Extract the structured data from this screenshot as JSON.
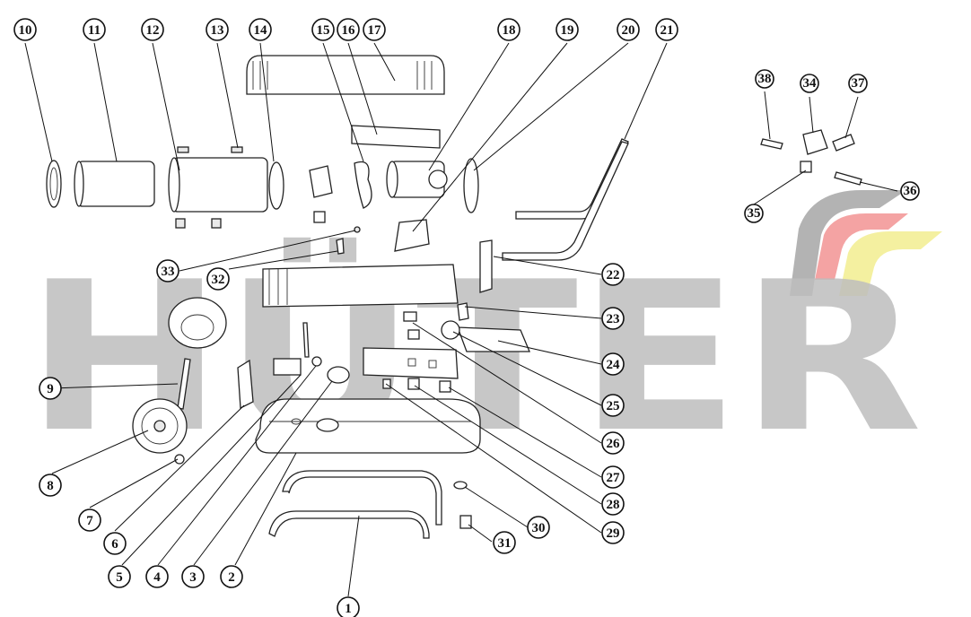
{
  "watermark": {
    "brand_text": "HÜTER"
  },
  "logo": {
    "colors": {
      "grey": "#b3b3b3",
      "red": "#f4a3a3",
      "yellow": "#f4f0a0"
    }
  },
  "callouts": [
    {
      "id": "c1",
      "label": "1"
    },
    {
      "id": "c2",
      "label": "2"
    },
    {
      "id": "c3",
      "label": "3"
    },
    {
      "id": "c4",
      "label": "4"
    },
    {
      "id": "c5",
      "label": "5"
    },
    {
      "id": "c6",
      "label": "6"
    },
    {
      "id": "c7",
      "label": "7"
    },
    {
      "id": "c8",
      "label": "8"
    },
    {
      "id": "c9",
      "label": "9"
    },
    {
      "id": "c10",
      "label": "10"
    },
    {
      "id": "c11",
      "label": "11"
    },
    {
      "id": "c12",
      "label": "12"
    },
    {
      "id": "c13",
      "label": "13"
    },
    {
      "id": "c14",
      "label": "14"
    },
    {
      "id": "c15",
      "label": "15"
    },
    {
      "id": "c16",
      "label": "16"
    },
    {
      "id": "c17",
      "label": "17"
    },
    {
      "id": "c18",
      "label": "18"
    },
    {
      "id": "c19",
      "label": "19"
    },
    {
      "id": "c20",
      "label": "20"
    },
    {
      "id": "c21",
      "label": "21"
    },
    {
      "id": "c22",
      "label": "22"
    },
    {
      "id": "c23",
      "label": "23"
    },
    {
      "id": "c24",
      "label": "24"
    },
    {
      "id": "c25",
      "label": "25"
    },
    {
      "id": "c26",
      "label": "26"
    },
    {
      "id": "c27",
      "label": "27"
    },
    {
      "id": "c28",
      "label": "28"
    },
    {
      "id": "c29",
      "label": "29"
    },
    {
      "id": "c30",
      "label": "30"
    },
    {
      "id": "c31",
      "label": "31"
    },
    {
      "id": "c32",
      "label": "32"
    },
    {
      "id": "c33",
      "label": "33"
    },
    {
      "id": "c34",
      "label": "34"
    },
    {
      "id": "c35",
      "label": "35"
    },
    {
      "id": "c36",
      "label": "36"
    },
    {
      "id": "c37",
      "label": "37"
    },
    {
      "id": "c38",
      "label": "38"
    }
  ]
}
